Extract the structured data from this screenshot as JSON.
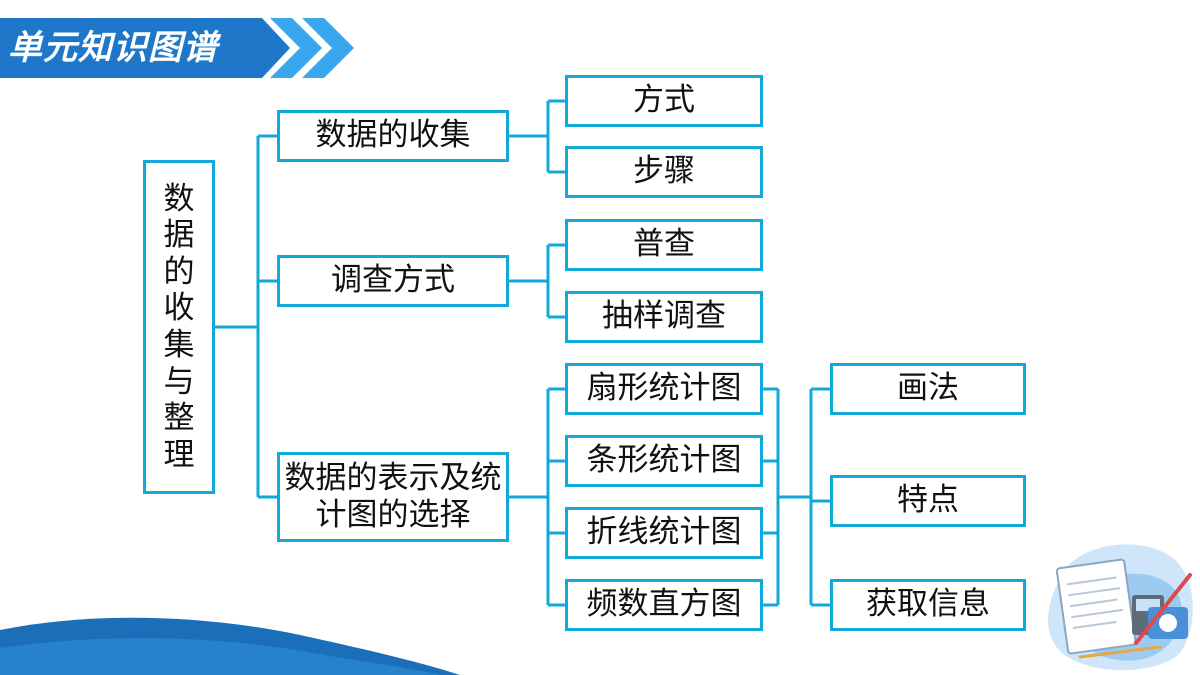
{
  "header": {
    "title": "单元知识图谱"
  },
  "colors": {
    "banner_blue": "#1f77c9",
    "chevron_blue": "#3aa6ee",
    "box_border": "#12a8d8",
    "line": "#12a8d8",
    "wave_blue": "#1b6fb8"
  },
  "map": {
    "root": "数据的收集与整理",
    "collection": {
      "label": "数据的收集",
      "children": [
        "方式",
        "步骤"
      ]
    },
    "survey": {
      "label": "调查方式",
      "children": [
        "普查",
        "抽样调查"
      ]
    },
    "representation": {
      "label": "数据的表示及统计图的选择",
      "charts": [
        "扇形统计图",
        "条形统计图",
        "折线统计图",
        "频数直方图"
      ],
      "aspects": [
        "画法",
        "特点",
        "获取信息"
      ]
    }
  },
  "icons": {
    "decoration": "math-study-illustration"
  }
}
